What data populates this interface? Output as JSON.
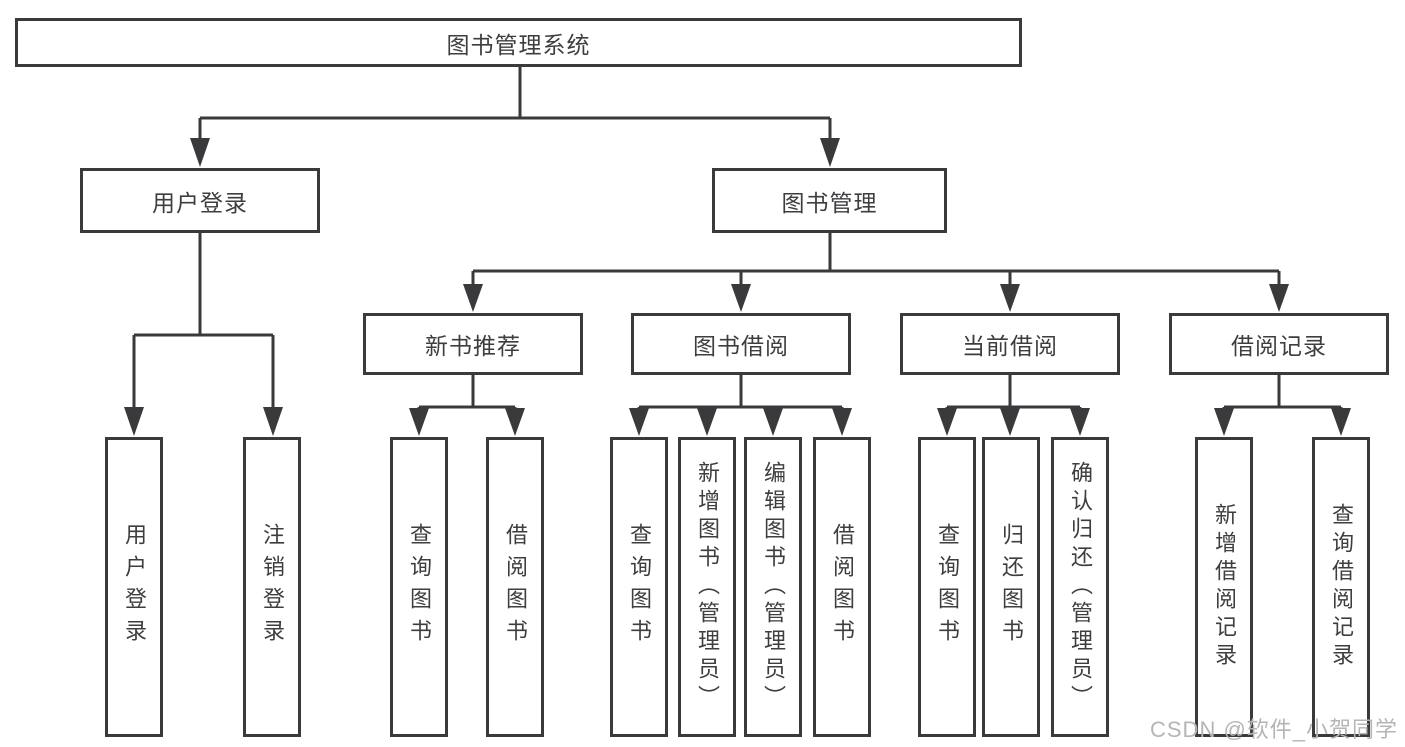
{
  "tree": {
    "root": "图书管理系统",
    "branches": [
      {
        "label": "用户登录",
        "leaves": [
          "用户登录",
          "注销登录"
        ]
      },
      {
        "label": "图书管理",
        "groups": [
          {
            "label": "新书推荐",
            "leaves": [
              "查询图书",
              "借阅图书"
            ]
          },
          {
            "label": "图书借阅",
            "leaves": [
              "查询图书",
              "新增图书（管理员）",
              "编辑图书（管理员）",
              "借阅图书"
            ]
          },
          {
            "label": "当前借阅",
            "leaves": [
              "查询图书",
              "归还图书",
              "确认归还（管理员）"
            ]
          },
          {
            "label": "借阅记录",
            "leaves": [
              "新增借阅记录",
              "查询借阅记录"
            ]
          }
        ]
      }
    ]
  },
  "watermark": "CSDN @软件_小贺同学",
  "colors": {
    "line": "#3a3a3c",
    "text": "#3e3e40",
    "watermark": "#b5b5b7",
    "background": "#ffffff"
  }
}
